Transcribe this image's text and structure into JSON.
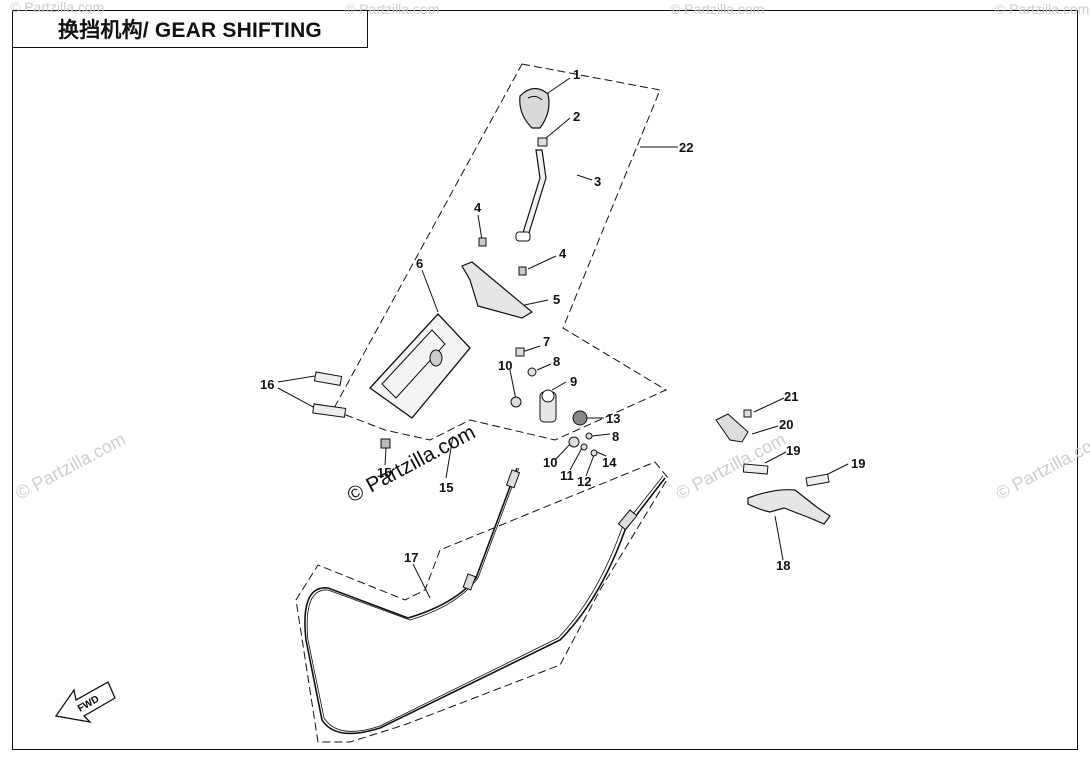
{
  "title": "换挡机构/ GEAR SHIFTING",
  "watermark": {
    "main": "© Partzilla.com",
    "faint": "© Partzilla.com"
  },
  "fwd_label": "FWD",
  "callouts": [
    "1",
    "2",
    "3",
    "4",
    "4",
    "5",
    "6",
    "7",
    "8",
    "9",
    "10",
    "13",
    "8",
    "10",
    "11",
    "12",
    "14",
    "15",
    "15",
    "16",
    "17",
    "18",
    "19",
    "19",
    "20",
    "21",
    "22"
  ],
  "colors": {
    "line": "#111111",
    "part_fill": "#d9d9d9",
    "watermark": "#c8c8c8"
  }
}
